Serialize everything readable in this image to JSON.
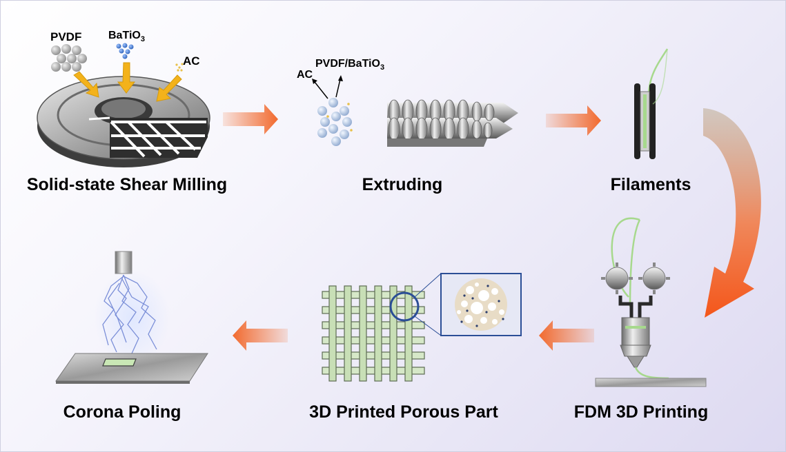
{
  "steps": [
    {
      "id": "milling",
      "label": "Solid-state Shear Milling"
    },
    {
      "id": "extruding",
      "label": "Extruding"
    },
    {
      "id": "filaments",
      "label": "Filaments"
    },
    {
      "id": "fdm",
      "label": "FDM 3D Printing"
    },
    {
      "id": "porous",
      "label": "3D Printed Porous Part"
    },
    {
      "id": "corona",
      "label": "Corona Poling"
    }
  ],
  "materials": {
    "pvdf": "PVDF",
    "batio3_base": "BaTiO",
    "batio3_sub": "3",
    "ac": "AC",
    "composite_base": "PVDF/BaTiO",
    "composite_sub": "3",
    "ac_small": "AC"
  },
  "colors": {
    "arrow": "#f26a2e",
    "filament": "#a7d98d",
    "lattice": "#d6e8c8",
    "inset_border": "#2b4e96"
  }
}
